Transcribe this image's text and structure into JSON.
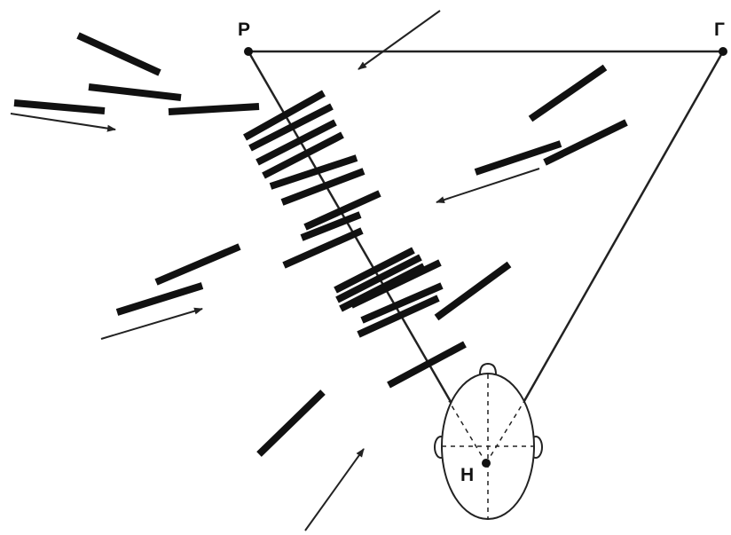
{
  "diagram": {
    "points": {
      "p": "Р",
      "g": "Г",
      "h": "Н"
    }
  }
}
